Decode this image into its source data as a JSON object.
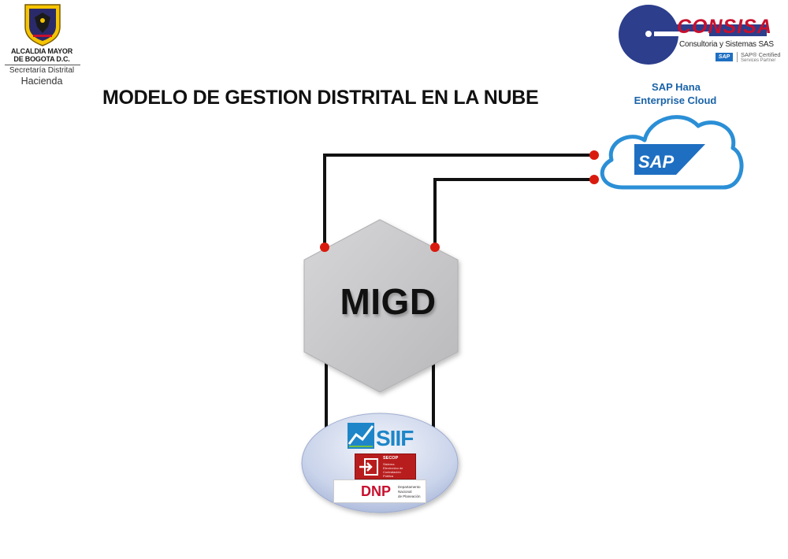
{
  "header": {
    "alcaldia": {
      "line1": "ALCALDIA MAYOR",
      "line2": "DE BOGOTA D.C.",
      "line3": "Secretaría Distrital",
      "line4": "Hacienda"
    },
    "consisa": {
      "name": "CONSISA",
      "tagline": "Consultoria y Sistemas SAS",
      "sap_badge": "SAP",
      "certified_line1": "SAP® Certified",
      "certified_line2": "Services Partner"
    }
  },
  "title": "MODELO DE GESTION DISTRITAL EN LA NUBE",
  "cloud": {
    "label_line1": "SAP Hana",
    "label_line2": "Enterprise Cloud",
    "logo_text": "SAP"
  },
  "center_node": {
    "label": "MIGD"
  },
  "systems": {
    "siif": {
      "label": "SIIF"
    },
    "secop": {
      "label": "SECOP",
      "sub1": "Sistema",
      "sub2": "Electronico de",
      "sub3": "Contratación",
      "sub4": "Pública"
    },
    "dnp": {
      "label": "DNP",
      "sub1": "Departamento",
      "sub2": "Nacional",
      "sub3": "de Planeación"
    }
  },
  "colors": {
    "connector": "#111111",
    "connector_dot": "#d91b0f",
    "hexagon": "#c9c9cb",
    "cloud_stroke": "#2b8fd6",
    "sap_blue": "#1e6fc2",
    "consisa_red": "#c8102e",
    "hana_label": "#1a63a8"
  }
}
